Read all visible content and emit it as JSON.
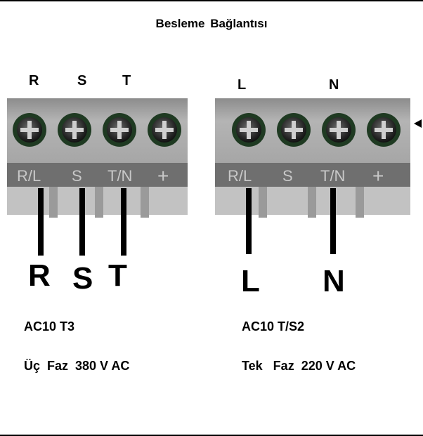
{
  "title": "Besleme  Bağlantısı",
  "left_block": {
    "top_labels": [
      "R",
      "S",
      "T"
    ],
    "terminal_marks": [
      "R/L",
      "S",
      "T/N",
      "+"
    ],
    "wire_labels": [
      "R",
      "S",
      "T"
    ],
    "model": "AC10 T3",
    "supply": "Üç  Faz  380 V AC"
  },
  "right_block": {
    "top_labels": [
      "L",
      "N"
    ],
    "terminal_marks": [
      "R/L",
      "S",
      "T/N",
      "+"
    ],
    "wire_labels": [
      "L",
      "N"
    ],
    "model": "AC10 T/S2",
    "supply": "Tek   Faz  220 V AC"
  },
  "colors": {
    "block_top": "#9e9e9e",
    "block_mid": "#bdbdbd",
    "strip": "#7a7a7a",
    "screw_ring": "#1e3a1e",
    "wire": "#000000"
  }
}
